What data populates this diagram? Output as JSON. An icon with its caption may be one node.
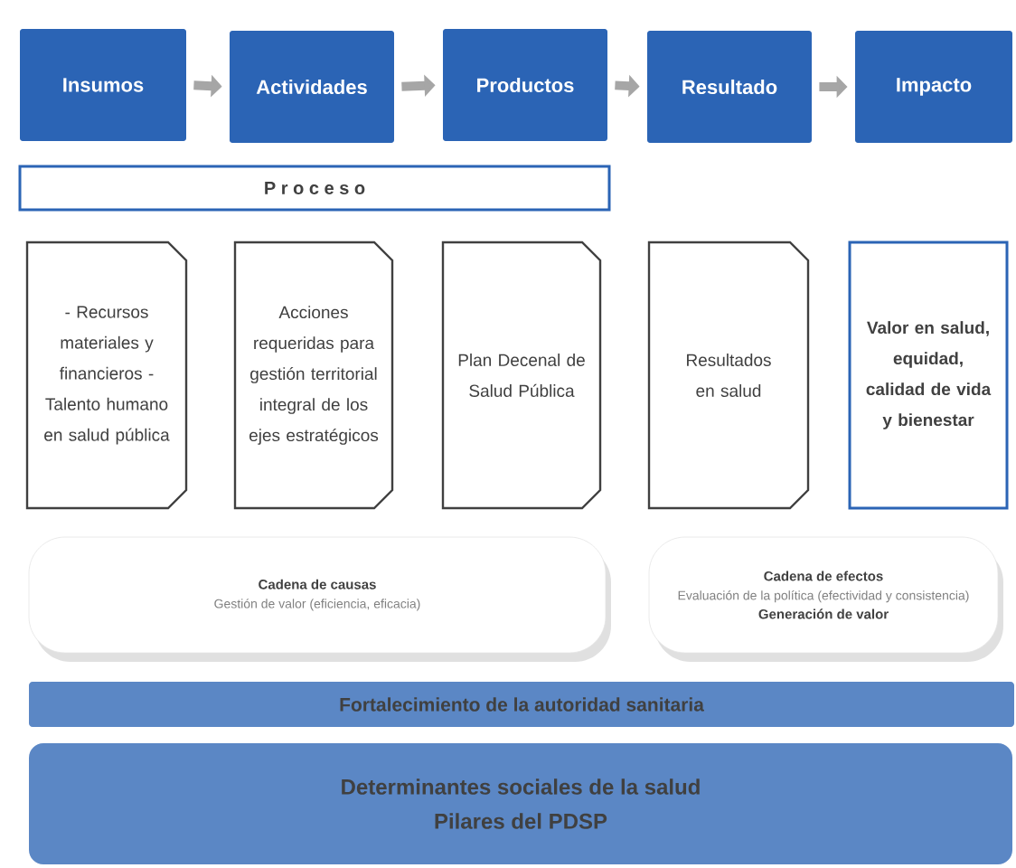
{
  "diagram": {
    "nodes": [
      {
        "text": [
          "Insumos"
        ]
      },
      {
        "text": [
          "Actividades"
        ]
      },
      {
        "text": [
          "Productos"
        ]
      },
      {
        "text": [
          "Resultado"
        ]
      },
      {
        "text": [
          "Impacto"
        ]
      },
      {
        "text": [
          "P r o c e s o"
        ]
      },
      {
        "text": [
          "- Recursos materiales y financieros - Talento humano en salud pública"
        ]
      },
      {
        "text": [
          "Acciones requeridas para gestión territorial integral de los ejes estratégicos"
        ]
      },
      {
        "text": [
          "Plan Decenal de Salud Pública"
        ]
      },
      {
        "text": [
          "Resultados en salud"
        ]
      },
      {
        "text": [
          "Valor en salud, equidad, calidad de vida y bienestar"
        ]
      },
      {
        "text": [
          "Cadena de causas",
          "Gestión de valor (eficiencia, eficacia)"
        ]
      },
      {
        "text": [
          "Cadena de efectos",
          "Evaluación de la política (efectividad y consistencia)",
          "Generación de valor"
        ]
      },
      {
        "text": [
          "Fortalecimiento de la autoridad sanitaria"
        ]
      },
      {
        "text": [
          "Determinantes sociales de la salud",
          "Pilares del PDSP"
        ]
      }
    ],
    "edges": [
      {
        "from": 0,
        "to": 1,
        "arrow": "to"
      },
      {
        "from": 1,
        "to": 2,
        "arrow": "to"
      },
      {
        "from": 2,
        "to": 3,
        "arrow": "to"
      },
      {
        "from": 3,
        "to": 4,
        "arrow": "to"
      }
    ]
  }
}
